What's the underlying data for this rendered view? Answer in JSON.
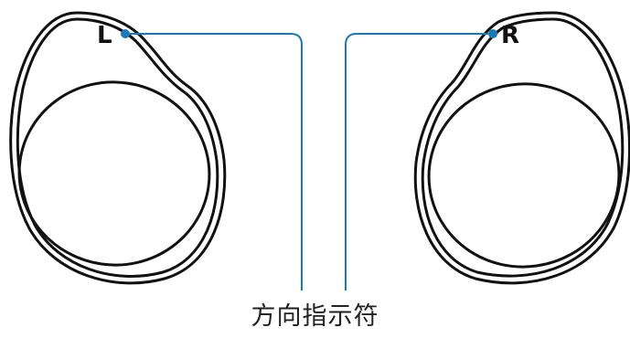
{
  "left_marker": "L",
  "right_marker": "R",
  "caption": "方向指示符",
  "colors": {
    "leader": "#1a7ab8",
    "outline": "#111111",
    "text": "#111111"
  }
}
